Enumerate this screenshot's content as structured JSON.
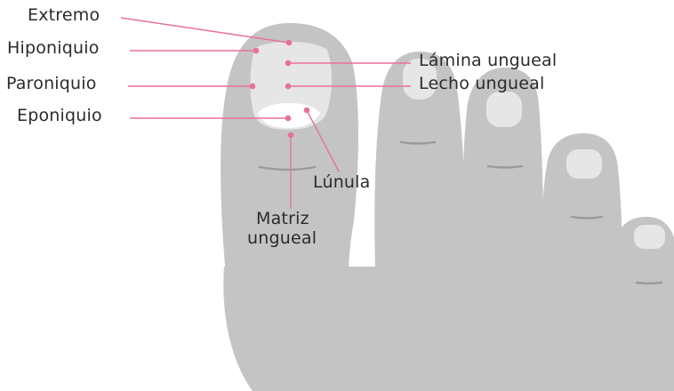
{
  "colors": {
    "background": "#ffffff",
    "skin": "#c4c4c4",
    "nail": "#e6e6e6",
    "lunula": "#ffffff",
    "crease": "#9a9a9a",
    "leader": "#e6729a",
    "text": "#2b2b2b"
  },
  "labels": {
    "extremo": "Extremo",
    "hiponiquio": "Hiponiquio",
    "paroniquio": "Paroniquio",
    "eponiquio": "Eponiquio",
    "lamina": "Lámina ungueal",
    "lecho": "Lecho ungueal",
    "lunula": "Lúnula",
    "matriz_line1": "Matriz",
    "matriz_line2": "ungueal"
  }
}
